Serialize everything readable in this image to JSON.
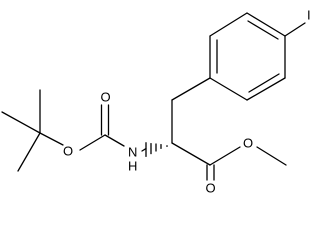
{
  "molecule": {
    "atoms": {
      "iodine": "I",
      "ester_carbonyl_oxygen": "O",
      "ester_ether_oxygen": "O",
      "nitrogen": "N",
      "nitrogen_hydrogen": "H",
      "boc_carbonyl_oxygen": "O",
      "boc_ether_oxygen": "O"
    },
    "colors": {
      "bond": "#000000",
      "label": "#000000",
      "background": "#ffffff"
    }
  }
}
